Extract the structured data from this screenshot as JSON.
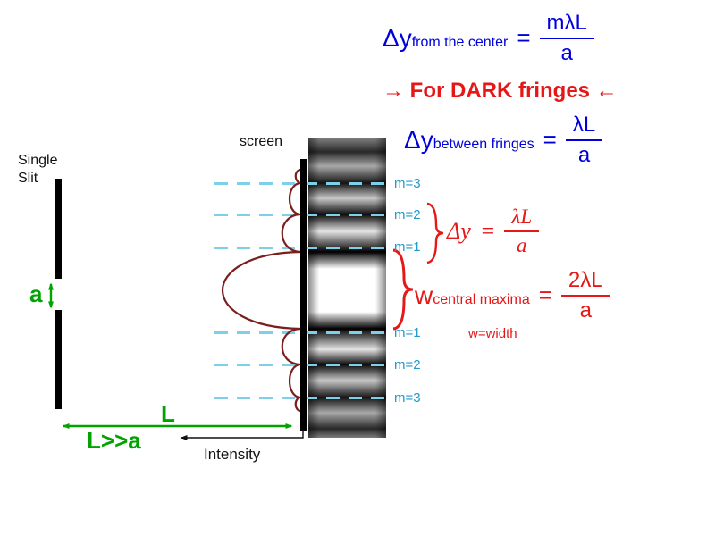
{
  "formulas": {
    "from_center": {
      "lead": "Δy",
      "sub": "from the center",
      "equals": "=",
      "numerator": "mλL",
      "denominator": "a"
    },
    "dark": {
      "text": "→ For DARK fringes ←"
    },
    "between": {
      "lead": "Δy",
      "sub": "between fringes",
      "equals": "=",
      "numerator": "λL",
      "denominator": "a"
    },
    "delta_y": {
      "lead": "Δy",
      "equals": "=",
      "numerator": "λL",
      "denominator": "a"
    },
    "central_width": {
      "lead": "w",
      "sub": "central maxima",
      "equals": "=",
      "numerator": "2λL",
      "denominator": "a"
    },
    "width_note": "w=width"
  },
  "labels": {
    "single_slit_line1": "Single",
    "single_slit_line2": "Slit",
    "screen": "screen",
    "slit_width": "a",
    "distance": "L",
    "condition": "L>>a",
    "intensity": "Intensity"
  },
  "fringes": {
    "top": [
      "m=3",
      "m=2",
      "m=1"
    ],
    "bottom": [
      "m=1",
      "m=2",
      "m=3"
    ]
  },
  "colors": {
    "formula_blue": "#0000dd",
    "accent_red": "#e51717",
    "arrow_green": "#00a300",
    "dash_cyan": "#7ecfe8",
    "fringe_label_blue": "#2299cc",
    "curve_maroon": "#7b1e1e"
  }
}
